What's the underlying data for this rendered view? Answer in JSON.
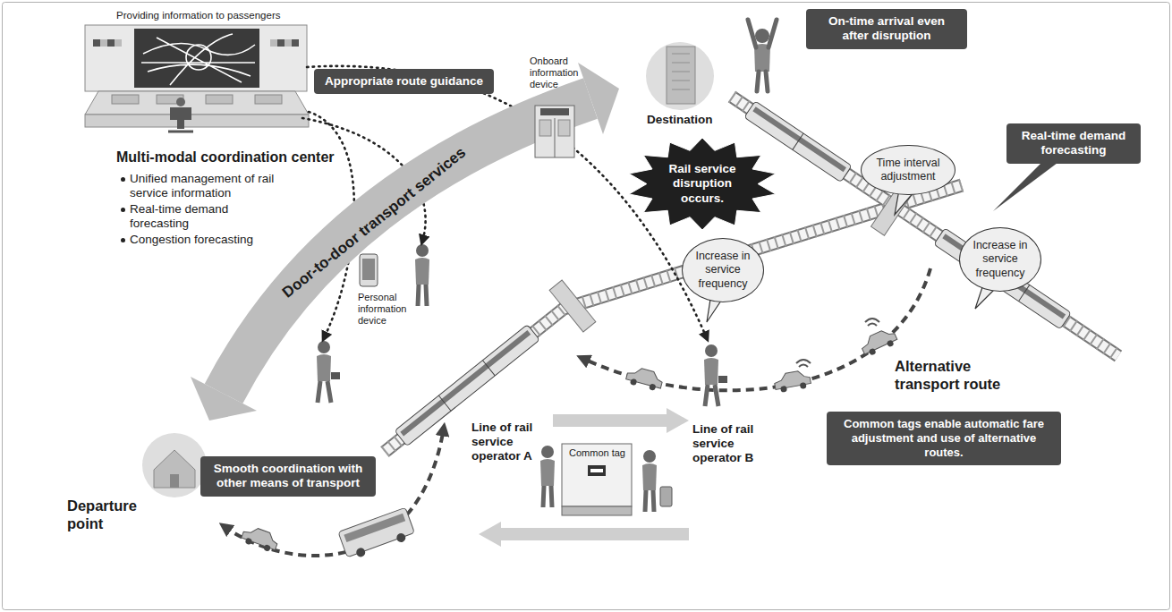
{
  "diagram": {
    "nodes": [
      {
        "text": [
          "Appropriate route guidance"
        ]
      },
      {
        "text": [
          "On-time arrival even after disruption"
        ]
      },
      {
        "text": [
          "Real-time demand forecasting"
        ]
      },
      {
        "text": [
          "Time interval adjustment"
        ]
      },
      {
        "text": [
          "Increase in service frequency"
        ]
      },
      {
        "text": [
          "Rail service disruption occurs."
        ]
      },
      {
        "text": [
          "Increase in service frequency"
        ]
      },
      {
        "text": [
          "Smooth coordination with other means of transport"
        ]
      },
      {
        "text": [
          "Common tags enable automatic fare adjustment and use of alternative routes."
        ]
      }
    ],
    "labels": [
      "Providing information to passengers",
      "Multi-modal coordination center",
      "Unified management of rail service information",
      "Real-time demand forecasting",
      "Congestion forecasting",
      "Door-to-door transport services",
      "Onboard information device",
      "Personal information device",
      "Destination",
      "Alternative transport route",
      "Departure point",
      "Line of rail service operator A",
      "Common tag",
      "Line of rail service operator B"
    ]
  }
}
